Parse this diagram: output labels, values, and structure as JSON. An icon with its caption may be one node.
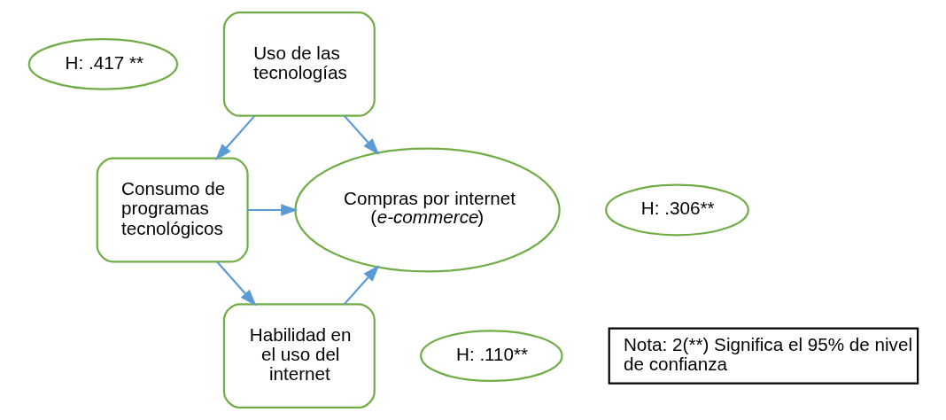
{
  "diagram": {
    "nodes": [
      {
        "text": [
          "H: .417 **"
        ]
      },
      {
        "text": [
          "Uso de las tecnologías"
        ]
      },
      {
        "text": [
          "H: .306**"
        ]
      },
      {
        "text": [
          "Consumo de programas tecnológicos"
        ]
      },
      {
        "text": [
          "H: .110**"
        ]
      },
      {
        "text": [
          "Habilidad en el uso del internet"
        ]
      },
      {
        "text": [
          "Compras por internet (*e-commerce*)"
        ]
      },
      {
        "text": [
          "Nota: 2(**) Significa el 95% de nivel de confianza"
        ]
      }
    ],
    "edges": [
      {
        "from": 1,
        "to": 6,
        "arrow": "to"
      },
      {
        "from": 1,
        "to": 3,
        "arrow": "to"
      },
      {
        "from": 3,
        "to": 6,
        "arrow": "to"
      },
      {
        "from": 3,
        "to": 5,
        "arrow": "to"
      },
      {
        "from": 5,
        "to": 6,
        "arrow": "to"
      }
    ]
  }
}
